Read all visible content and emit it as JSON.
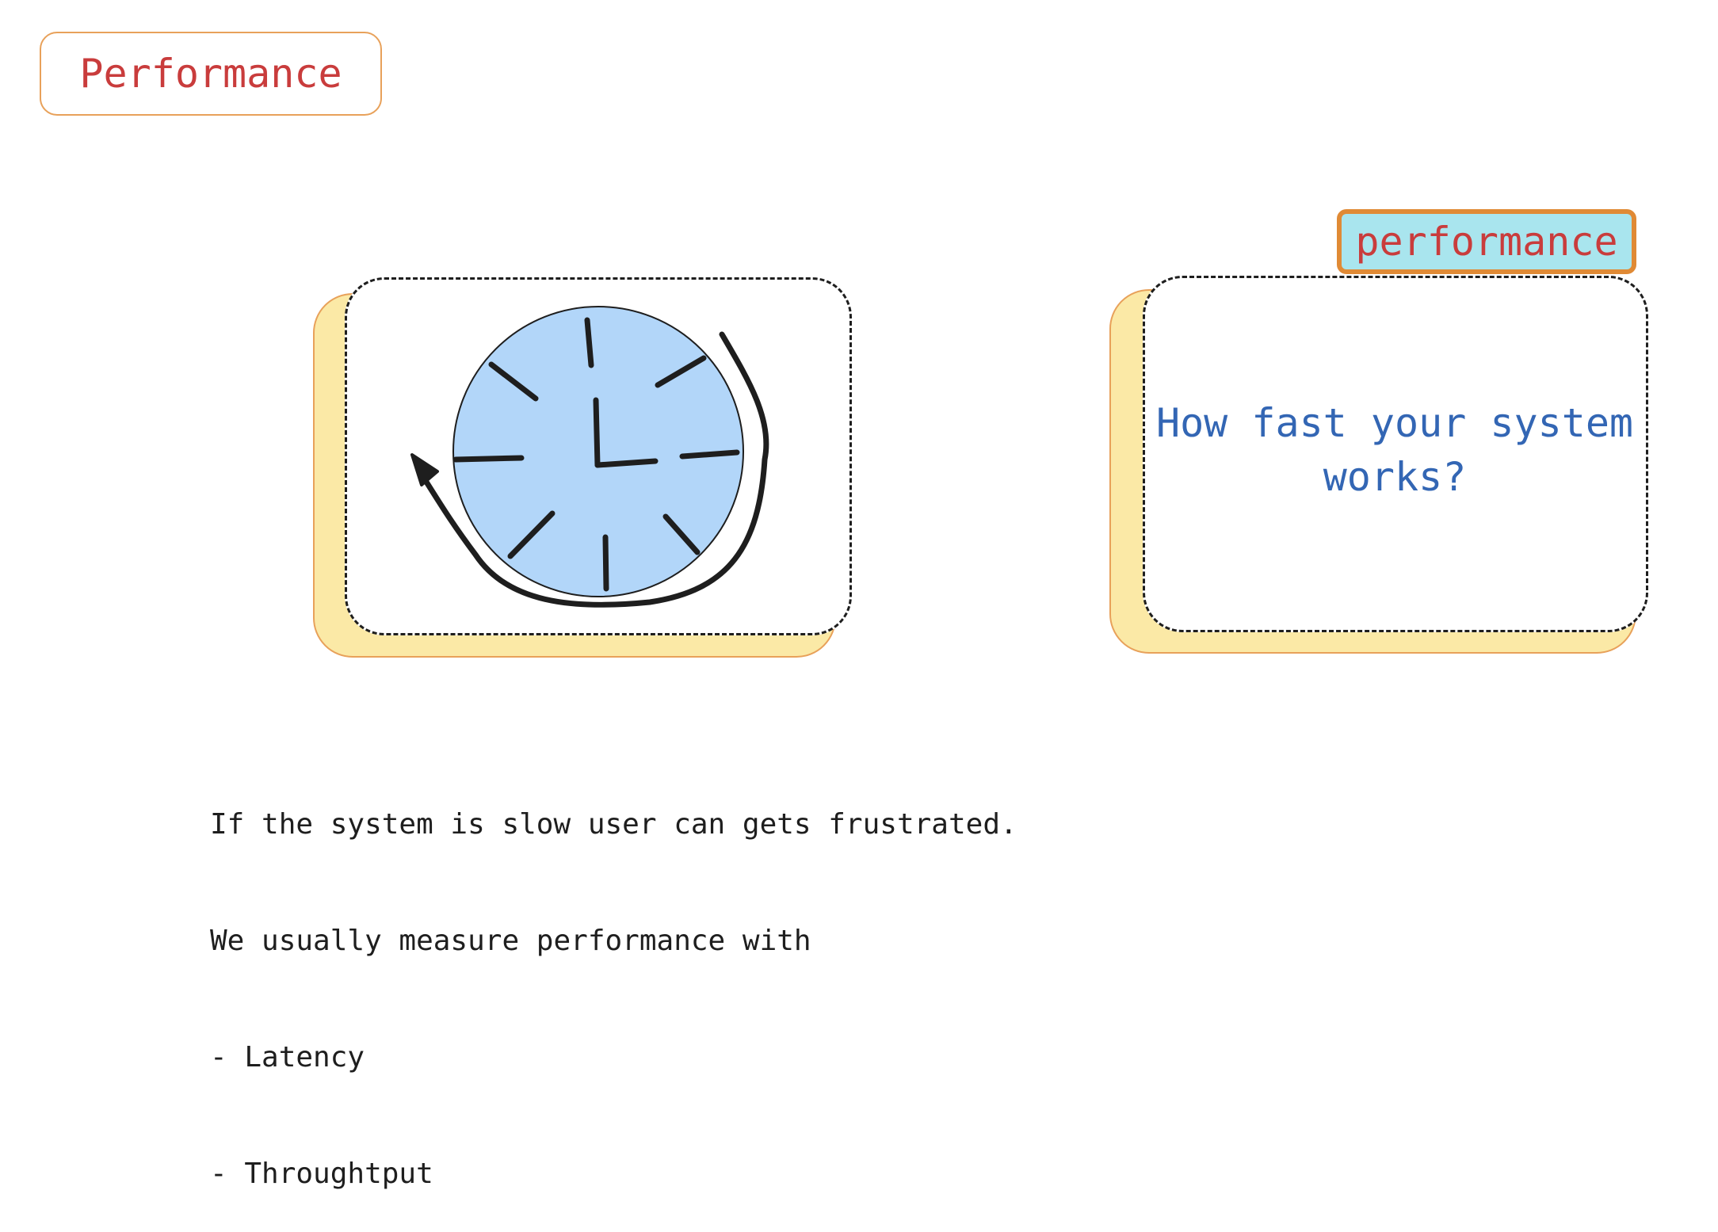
{
  "title": "Performance",
  "tag": "performance",
  "question": "How fast your system works?",
  "notes": [
    "If the system is slow user can gets frustrated.",
    "We usually measure performance with",
    "- Latency",
    "- Throughtput"
  ],
  "colors": {
    "title_red": "#c93c3c",
    "orange_border": "#e8a15a",
    "card_yellow": "#fbe9a6",
    "clock_blue": "#b2d6f9",
    "tag_cyan": "#a9e5ee",
    "question_blue": "#3366b4",
    "ink": "#1e1e1e"
  },
  "icons": [
    "clock-icon",
    "rotate-arrow-icon"
  ]
}
